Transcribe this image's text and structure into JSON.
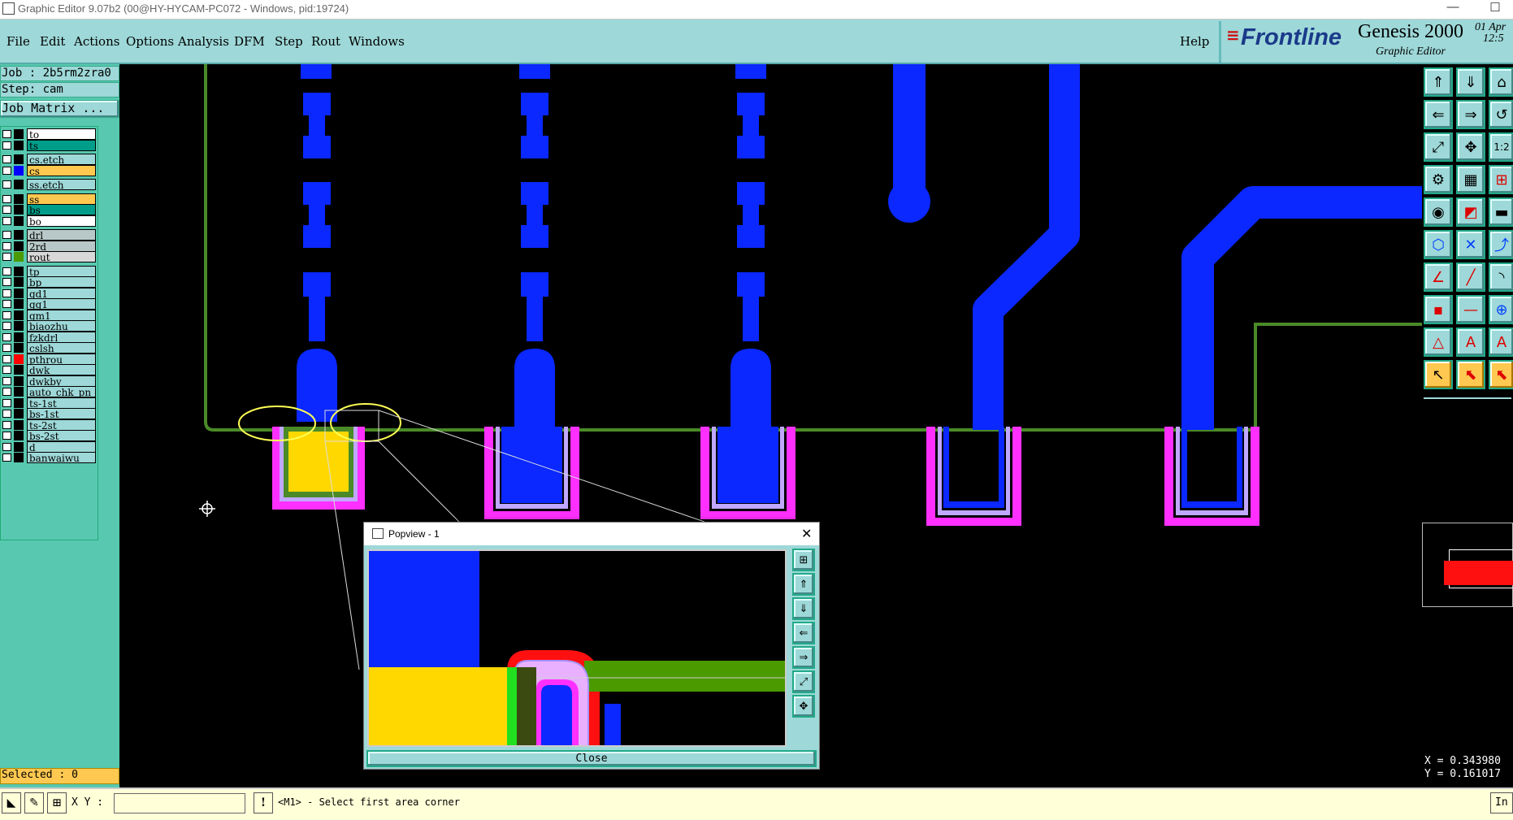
{
  "window": {
    "title": "Graphic Editor 9.07b2 (00@HY-HYCAM-PC072 - Windows, pid:19724)",
    "minimize": "—",
    "maximize": "☐"
  },
  "menu": {
    "items": [
      "File",
      "Edit",
      "Actions",
      "Options",
      "Analysis",
      "DFM",
      "Step",
      "Rout",
      "Windows"
    ],
    "help": "Help"
  },
  "logo": {
    "brand": "Frontline",
    "product": "Genesis 2000",
    "subtitle": "Graphic Editor",
    "date": "01 Apr",
    "time": "12:5"
  },
  "job": {
    "job_label": "Job : 2b5rm2zra0",
    "step_label": "Step: cam",
    "matrix_button": "Job Matrix ..."
  },
  "layers": [
    {
      "name": "to",
      "color": "#ffffff",
      "swatch": "#000000"
    },
    {
      "name": "ts",
      "color": "#009e8a",
      "swatch": "#000000"
    },
    {
      "name": "cs.etch",
      "color": "#9ed8d8",
      "swatch": "#000000"
    },
    {
      "name": "cs",
      "color": "#ffc850",
      "swatch": "#0000ff"
    },
    {
      "name": "ss.etch",
      "color": "#9ed8d8",
      "swatch": "#000000"
    },
    {
      "name": "ss",
      "color": "#ffc850",
      "swatch": "#000000"
    },
    {
      "name": "bs",
      "color": "#009e8a",
      "swatch": "#000000"
    },
    {
      "name": "bo",
      "color": "#ffffff",
      "swatch": "#000000"
    },
    {
      "name": "drl",
      "color": "#b8c8c8",
      "swatch": "#000000"
    },
    {
      "name": "2rd",
      "color": "#b8c8c8",
      "swatch": "#000000"
    },
    {
      "name": "rout",
      "color": "#d8d8d8",
      "swatch": "#4a9a00"
    },
    {
      "name": "tp",
      "color": "#9ed8d8",
      "swatch": "#000000"
    },
    {
      "name": "bp",
      "color": "#9ed8d8",
      "swatch": "#000000"
    },
    {
      "name": "gd1",
      "color": "#9ed8d8",
      "swatch": "#000000"
    },
    {
      "name": "gg1",
      "color": "#9ed8d8",
      "swatch": "#000000"
    },
    {
      "name": "gm1",
      "color": "#9ed8d8",
      "swatch": "#000000"
    },
    {
      "name": "biaozhu",
      "color": "#9ed8d8",
      "swatch": "#000000"
    },
    {
      "name": "fzkdrl",
      "color": "#9ed8d8",
      "swatch": "#000000"
    },
    {
      "name": "cslsh",
      "color": "#9ed8d8",
      "swatch": "#000000"
    },
    {
      "name": "pthrou",
      "color": "#9ed8d8",
      "swatch": "#ff0000"
    },
    {
      "name": "dwk",
      "color": "#9ed8d8",
      "swatch": "#000000"
    },
    {
      "name": "dwkby",
      "color": "#9ed8d8",
      "swatch": "#000000"
    },
    {
      "name": "auto_chk_pn",
      "color": "#9ed8d8",
      "swatch": "#000000"
    },
    {
      "name": "ts-1st",
      "color": "#9ed8d8",
      "swatch": "#000000"
    },
    {
      "name": "bs-1st",
      "color": "#9ed8d8",
      "swatch": "#000000"
    },
    {
      "name": "ts-2st",
      "color": "#9ed8d8",
      "swatch": "#000000"
    },
    {
      "name": "bs-2st",
      "color": "#9ed8d8",
      "swatch": "#000000"
    },
    {
      "name": "d",
      "color": "#9ed8d8",
      "swatch": "#000000"
    },
    {
      "name": "banwaiwu",
      "color": "#9ed8d8",
      "swatch": "#000000"
    }
  ],
  "selected": "Selected : 0",
  "coords": {
    "x": "X = 0.343980",
    "y": "Y = 0.161017"
  },
  "status": {
    "xy_label": "X Y :",
    "xy_value": "",
    "message": "<M1> - Select first area corner",
    "right_label": "In"
  },
  "popview": {
    "title": "Popview - 1",
    "close_label": "Close",
    "close_x": "✕"
  },
  "colors": {
    "copper": "#0a28ff",
    "rout": "#4a8a28",
    "pad_yellow": "#ffd800",
    "magenta": "#ff30ff",
    "panel": "#9ed8d8"
  }
}
